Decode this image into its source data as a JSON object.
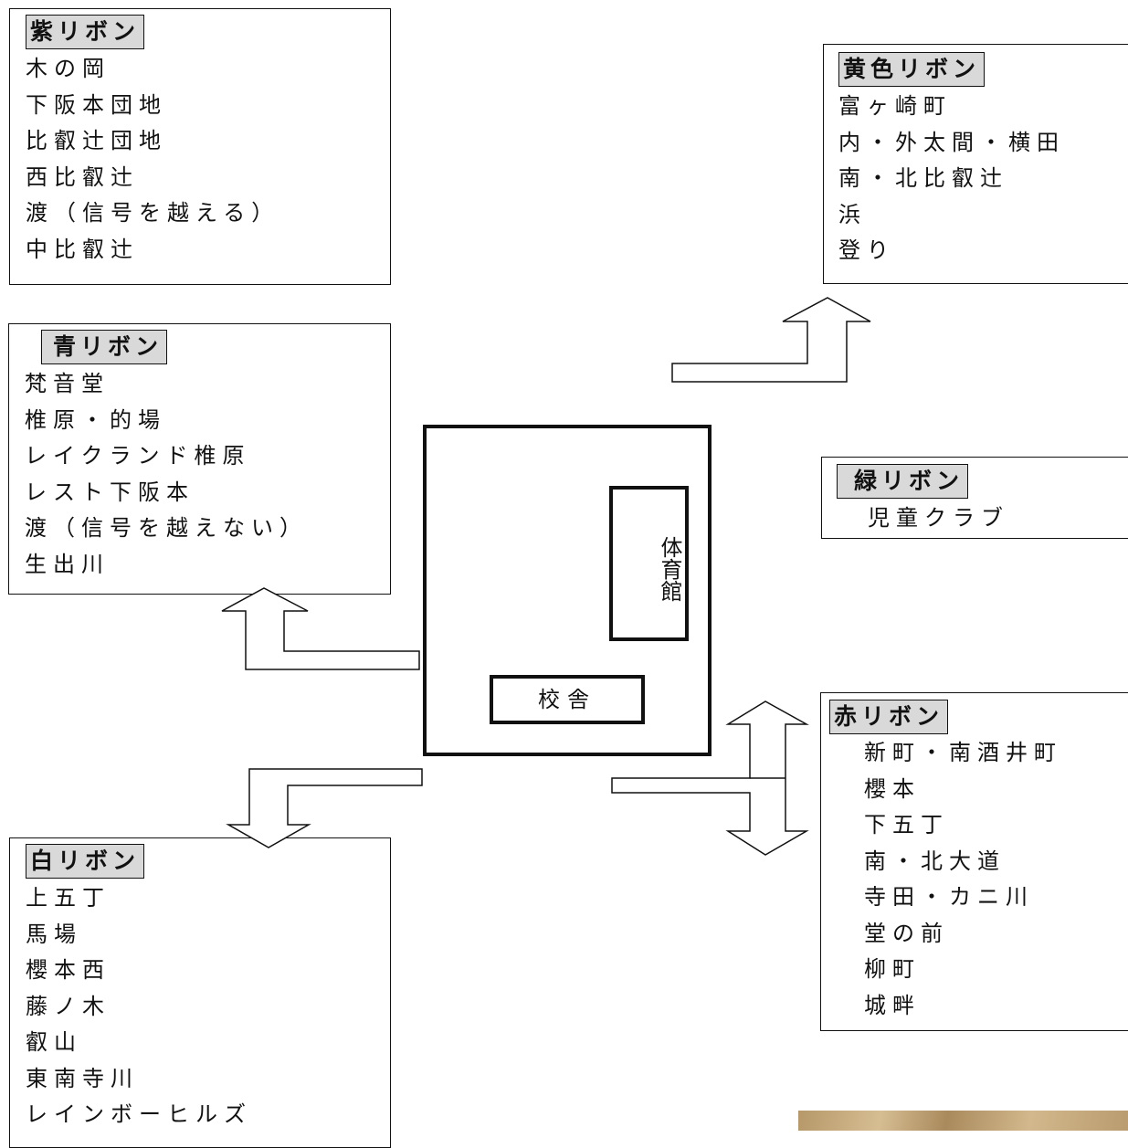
{
  "purple": {
    "label": "紫リボン",
    "items": [
      "木の岡",
      "下阪本団地",
      "比叡辻団地",
      "西比叡辻",
      "渡（信号を越える）",
      "中比叡辻"
    ]
  },
  "yellow": {
    "label": "黄色リボン",
    "items": [
      "富ヶ崎町",
      "内・外太間・横田",
      "南・北比叡辻",
      "浜",
      "登り"
    ]
  },
  "blue": {
    "label": "青リボン",
    "items": [
      "梵音堂",
      "椎原・的場",
      "レイクランド椎原",
      "レスト下阪本",
      "渡（信号を越えない）",
      "生出川"
    ]
  },
  "green": {
    "label": "緑リボン",
    "items": [
      "児童クラブ"
    ]
  },
  "red": {
    "label": "赤リボン",
    "items": [
      "新町・南酒井町",
      "櫻本",
      "下五丁",
      "南・北大道",
      "寺田・カニ川",
      "堂の前",
      "柳町",
      "城畔"
    ]
  },
  "white": {
    "label": "白リボン",
    "items": [
      "上五丁",
      "馬場",
      "櫻本西",
      "藤ノ木",
      "叡山",
      "東南寺川",
      "レインボーヒルズ"
    ]
  },
  "school": {
    "gym": "体育館",
    "classroom": "校舎"
  }
}
